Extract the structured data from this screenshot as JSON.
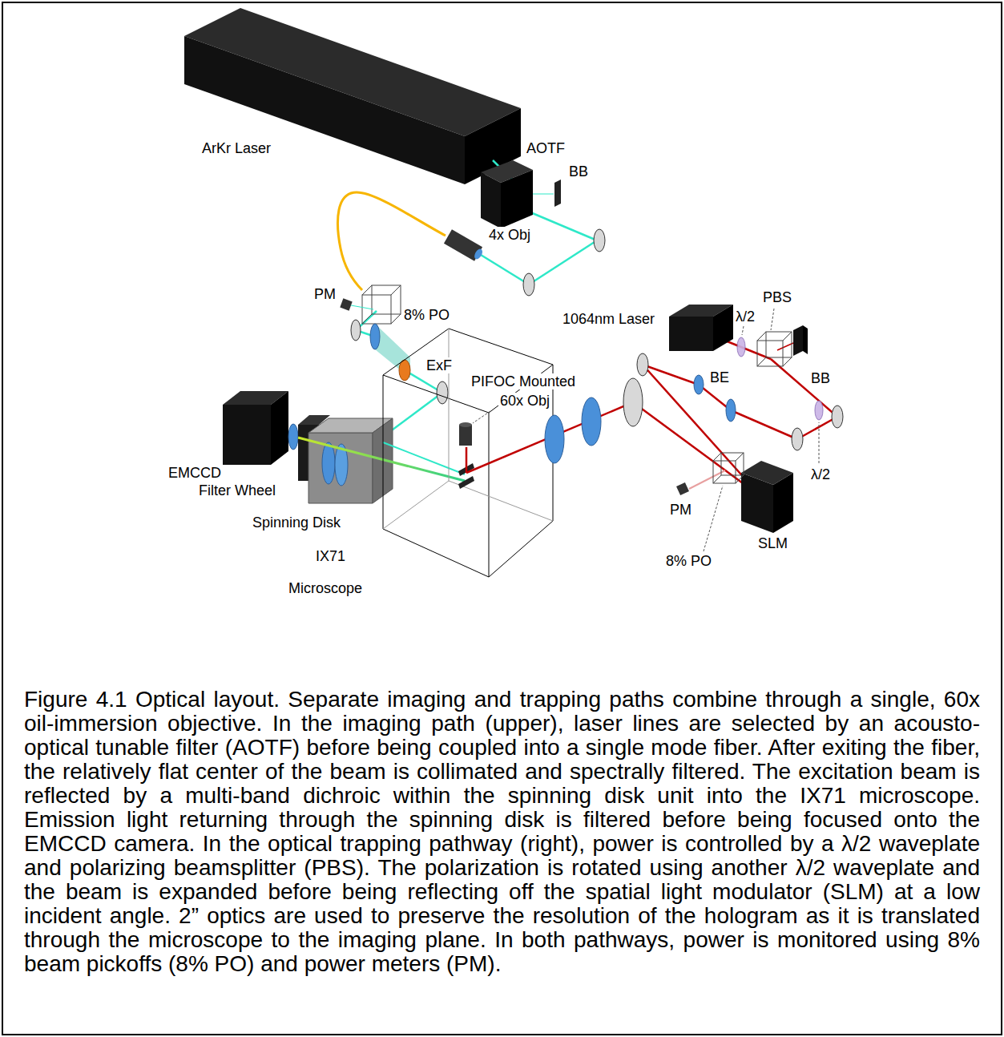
{
  "diagram": {
    "caption": "Figure 4.1 Optical layout. Separate imaging and trapping paths combine through a single, 60x oil-immersion objective. In the imaging path (upper), laser lines are selected by an acousto-optical tunable filter (AOTF) before being coupled into a single mode fiber. After exiting the fiber, the relatively flat center of the beam is collimated and spectrally filtered. The excitation beam is reflected by a multi-band dichroic within the spinning disk unit into the IX71 microscope. Emission light returning through the spinning disk is filtered before being focused onto the EMCCD camera. In the optical trapping pathway (right), power is controlled by a λ/2 waveplate and polarizing beamsplitter (PBS). The polarization is rotated using another λ/2 waveplate and the beam is expanded before being reflecting off the spatial light modulator (SLM) at a low incident angle. 2” optics are used to preserve the resolution of the hologram as it is translated through the microscope to the imaging plane. In both pathways, power is monitored using 8% beam pickoffs (8% PO) and power meters (PM).",
    "labels": [
      "ArKr Laser",
      "AOTF",
      "BB",
      "4x Obj",
      "PM",
      "8% PO",
      "PBS",
      "1064nm Laser",
      "λ/2",
      "BB",
      "ExF",
      "PIFOC Mounted",
      "60x Obj",
      "BE",
      "EMCCD",
      "Filter Wheel",
      "λ/2",
      "PM",
      "Spinning Disk",
      "SLM",
      "IX71",
      "Microscope",
      "8% PO"
    ]
  }
}
